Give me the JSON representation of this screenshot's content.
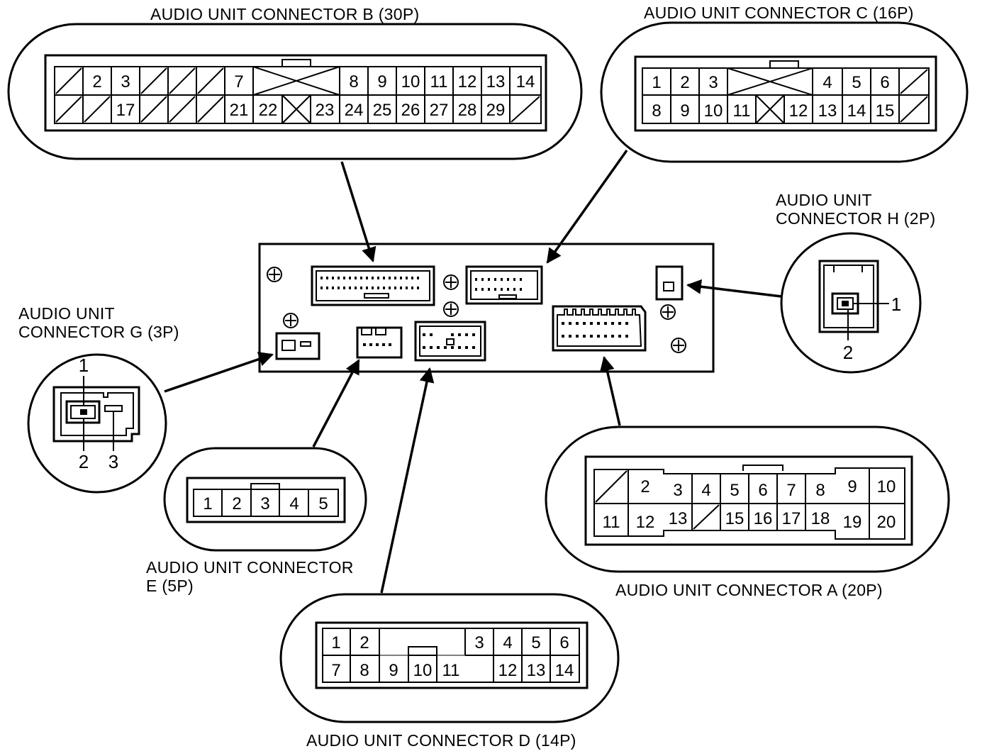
{
  "labels": {
    "connector_b": "AUDIO UNIT CONNECTOR B (30P)",
    "connector_c": "AUDIO UNIT CONNECTOR C (16P)",
    "connector_h_line1": "AUDIO UNIT",
    "connector_h_line2": "CONNECTOR H (2P)",
    "connector_g_line1": "AUDIO UNIT",
    "connector_g_line2": "CONNECTOR G (3P)",
    "connector_e_line1": "AUDIO UNIT CONNECTOR",
    "connector_e_line2": "E (5P)",
    "connector_a": "AUDIO UNIT CONNECTOR A (20P)",
    "connector_d": "AUDIO UNIT CONNECTOR D (14P)"
  },
  "connector_b": {
    "row1": [
      "",
      "2",
      "3",
      "",
      "",
      "",
      "7",
      "8",
      "9",
      "10",
      "11",
      "12",
      "13",
      "14"
    ],
    "row2": [
      "",
      "",
      "17",
      "",
      "",
      "",
      "21",
      "22",
      "23",
      "24",
      "25",
      "26",
      "27",
      "28",
      "29",
      ""
    ]
  },
  "connector_c": {
    "row1": [
      "1",
      "2",
      "3",
      "4",
      "5",
      "6",
      ""
    ],
    "row2": [
      "8",
      "9",
      "10",
      "11",
      "12",
      "13",
      "14",
      "15",
      ""
    ]
  },
  "connector_a": {
    "row1": [
      "",
      "2",
      "3",
      "4",
      "5",
      "6",
      "7",
      "8",
      "9",
      "10"
    ],
    "row2": [
      "11",
      "12",
      "13",
      "",
      "15",
      "16",
      "17",
      "18",
      "19",
      "20"
    ]
  },
  "connector_d": {
    "row1": [
      "1",
      "2",
      "3",
      "4",
      "5",
      "6"
    ],
    "row2": [
      "7",
      "8",
      "9",
      "10",
      "11",
      "12",
      "13",
      "14"
    ]
  },
  "connector_e": {
    "pins": [
      "1",
      "2",
      "3",
      "4",
      "5"
    ]
  },
  "connector_g": {
    "pins": [
      "1",
      "2",
      "3"
    ]
  },
  "connector_h": {
    "pins": [
      "1",
      "2"
    ]
  }
}
